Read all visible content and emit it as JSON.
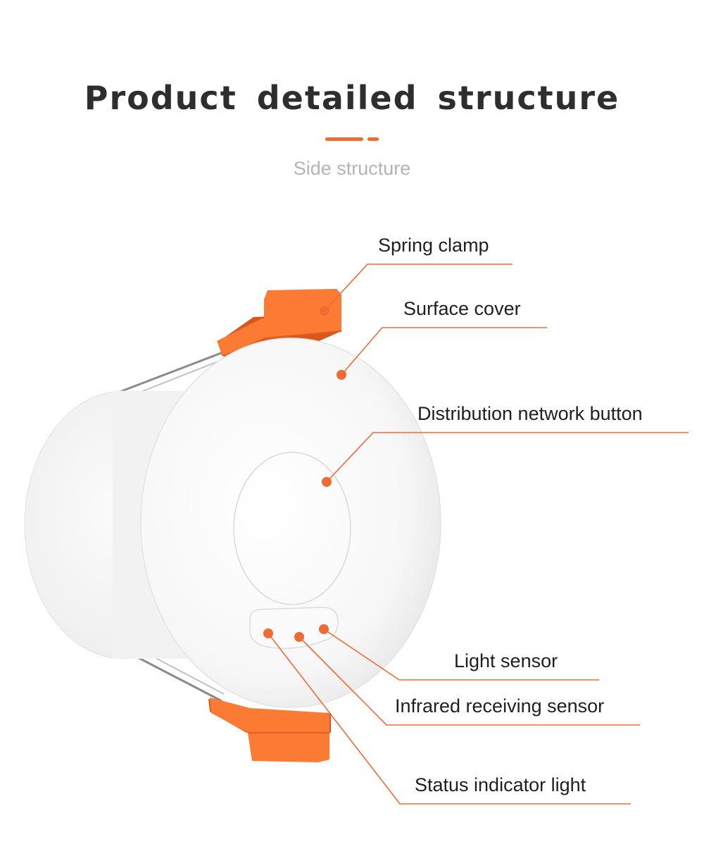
{
  "header": {
    "title": "Product detailed structure",
    "subtitle": "Side structure"
  },
  "colors": {
    "accent": "#f26a33",
    "clamp": "#fb7a34",
    "clamp_shadow": "#d9571d",
    "body": "#f4f4f4",
    "text": "#1f1f1f",
    "subtitle": "#b5b5b5"
  },
  "callouts": [
    {
      "id": "spring-clamp",
      "label": "Spring clamp"
    },
    {
      "id": "surface-cover",
      "label": "Surface cover"
    },
    {
      "id": "distribution-network-button",
      "label": "Distribution network button"
    },
    {
      "id": "light-sensor",
      "label": "Light sensor"
    },
    {
      "id": "infrared-receiving-sensor",
      "label": "Infrared receiving sensor"
    },
    {
      "id": "status-indicator-light",
      "label": "Status indicator light"
    }
  ]
}
